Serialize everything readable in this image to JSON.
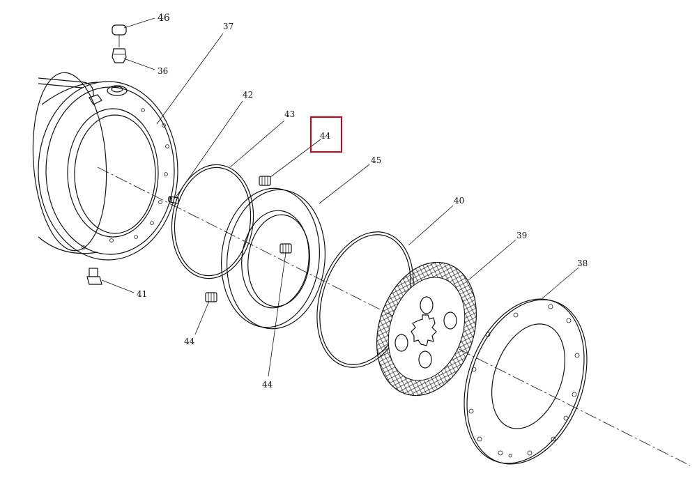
{
  "diagram": {
    "highlight_color": "#d0021b",
    "line_color": "#111111",
    "callouts": {
      "p46": "46",
      "p36": "36",
      "p37": "37",
      "p42": "42",
      "p43": "43",
      "p44_highlighted": "44",
      "p45": "45",
      "p40": "40",
      "p39": "39",
      "p38": "38",
      "p41": "41",
      "p44_lower_left": "44",
      "p44_lower_mid": "44"
    }
  }
}
